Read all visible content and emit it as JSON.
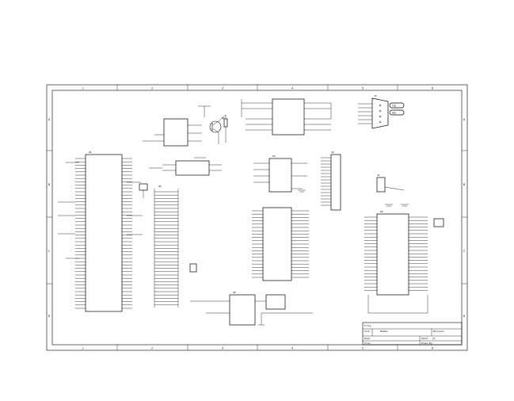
{
  "sheet": {
    "border_columns": [
      "1",
      "2",
      "3",
      "4",
      "5",
      "6"
    ],
    "border_rows": [
      "A",
      "B",
      "C",
      "D"
    ]
  },
  "title_block": {
    "title_label": "Title",
    "size_label": "Size",
    "number_label": "Number",
    "revision_label": "Revision",
    "date_label": "Date:",
    "file_label": "File:",
    "sheet_label": "Sheet",
    "of_label": "of",
    "drawn_by_label": "Drawn By:"
  },
  "components": {
    "mcu_left": {
      "designator": "U1"
    },
    "mcu_center": {
      "designator": "U2"
    },
    "ic_center_right": {
      "designator": "U3"
    },
    "ic_right": {
      "designator": "U4"
    },
    "regulator": {
      "designator": "U5"
    },
    "transistor": {
      "designator": "Q1"
    },
    "connector_top": {
      "designator": "J1"
    },
    "connector_vertical": {
      "designator": "J2"
    },
    "db9_connector": {
      "designator": "J3",
      "labels": [
        "TXD",
        "RXD"
      ]
    }
  }
}
